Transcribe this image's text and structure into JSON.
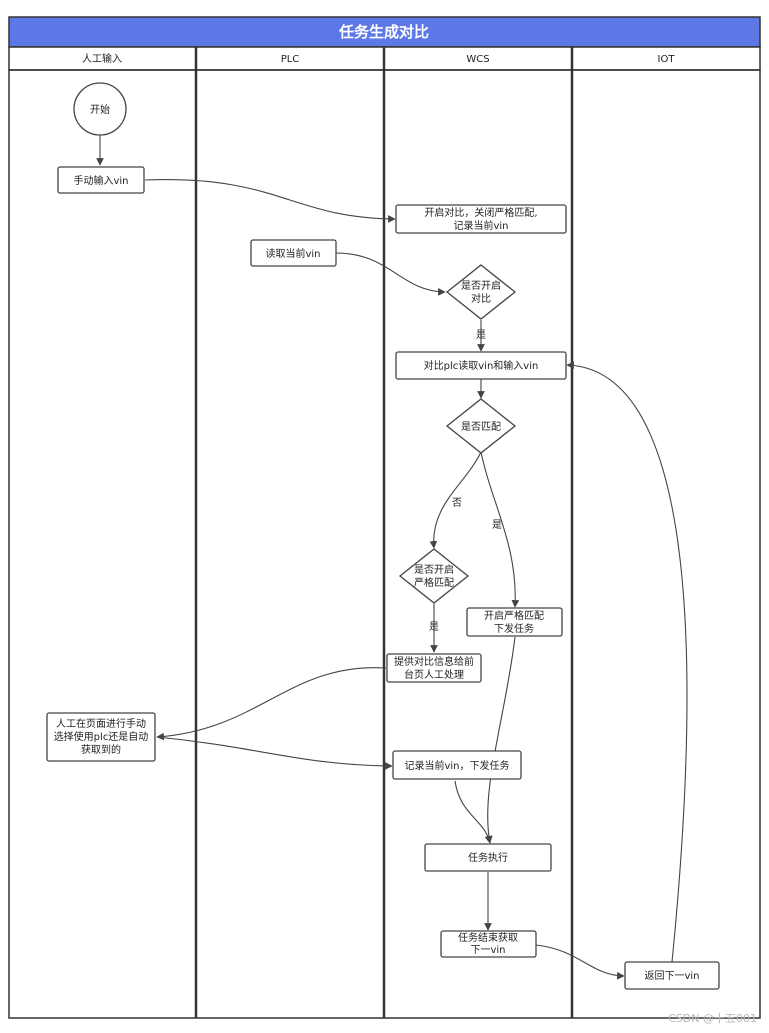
{
  "title": "任务生成对比",
  "lanes": [
    "人工输入",
    "PLC",
    "WCS",
    "IOT"
  ],
  "nodes": {
    "start": [
      "开始"
    ],
    "manual_input_vin": [
      "手动输入vin"
    ],
    "enable_compare_close_strict": [
      "开启对比，关闭严格匹配,",
      "记录当前vin"
    ],
    "read_current_vin": [
      "读取当前vin"
    ],
    "is_compare_enabled": [
      "是否开启",
      "对比"
    ],
    "compare_plc_and_input_vin": [
      "对比plc读取vin和输入vin"
    ],
    "is_match": [
      "是否匹配"
    ],
    "is_strict_match_enabled": [
      "是否开启",
      "严格匹配"
    ],
    "enable_strict_dispatch": [
      "开启严格匹配",
      "下发任务"
    ],
    "provide_compare_info": [
      "提供对比信息给前",
      "台页人工处理"
    ],
    "manual_page_choice": [
      "人工在页面进行手动",
      "选择使用plc还是自动",
      "获取到的"
    ],
    "record_vin_dispatch": [
      "记录当前vin，下发任务"
    ],
    "task_execute": [
      "任务执行"
    ],
    "task_end_get_next": [
      "任务结束获取",
      "下一vin"
    ],
    "return_next_vin": [
      "返回下一vin"
    ]
  },
  "edge_labels": {
    "yes_compare": "是",
    "no_match": "否",
    "yes_match": "是",
    "yes_strict": "是"
  },
  "watermark": "CSDN @十五001",
  "colors": {
    "title_bg": "#5b78e6",
    "lane_border": "#333333",
    "node_border": "#444444",
    "edge": "#444444"
  }
}
